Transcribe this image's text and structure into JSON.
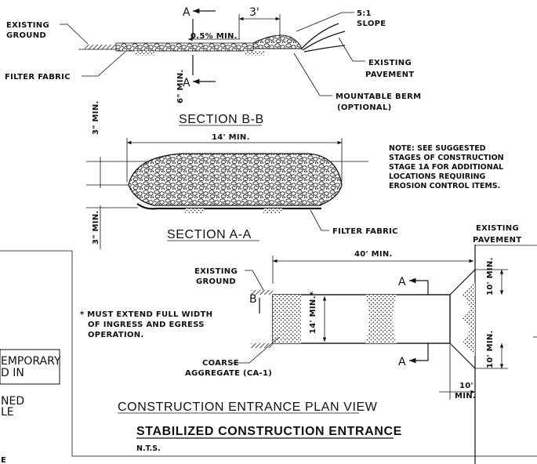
{
  "section_bb": {
    "title": "SECTION B-B",
    "existing_ground": [
      "EXISTING",
      "GROUND"
    ],
    "filter_fabric": "FILTER FABRIC",
    "slope_min": "0.5% MIN.",
    "depth": "6\" MIN.",
    "section_letter_top": "A",
    "section_letter_bottom": "A",
    "berm_width": "3'",
    "slope_ratio": [
      "5:1",
      "SLOPE"
    ],
    "existing_pavement": [
      "EXISTING",
      "PAVEMENT"
    ],
    "mountable_berm": [
      "MOUNTABLE BERM",
      "(OPTIONAL)"
    ]
  },
  "section_aa": {
    "title": "SECTION A-A",
    "width": "14' MIN.",
    "top_depth": "3\" MIN.",
    "bottom_depth": "3\" MIN.",
    "filter_fabric": "FILTER FABRIC"
  },
  "note": [
    "NOTE: SEE SUGGESTED",
    "STAGES OF CONSTRUCTION",
    "STAGE 1A FOR ADDITIONAL",
    "LOCATIONS REQUIRING",
    "EROSION CONTROL ITEMS."
  ],
  "plan_view": {
    "title": "CONSTRUCTION ENTRANCE PLAN VIEW",
    "existing_ground": [
      "EXISTING",
      "GROUND"
    ],
    "existing_pavement": [
      "EXISTING",
      "PAVEMENT"
    ],
    "length": "40' MIN.",
    "width": "14' MIN.*",
    "flare_top": "10' MIN.",
    "flare_bottom": "10' MIN.",
    "flare_length": [
      "10'",
      "MIN."
    ],
    "section_letter_top": "A",
    "section_letter_bottom": "A",
    "section_letter_b": "B",
    "coarse_aggregate": [
      "COARSE",
      "AGGREGATE (CA-1)"
    ],
    "footnote": [
      "* MUST EXTEND FULL WIDTH",
      "OF INGRESS AND EGRESS",
      "OPERATION."
    ]
  },
  "main_title": "STABILIZED CONSTRUCTION ENTRANCE",
  "scale": "N.T.S.",
  "left_box_fragments": [
    "EMPORARY",
    "D IN",
    "NED",
    "LE",
    "E"
  ]
}
